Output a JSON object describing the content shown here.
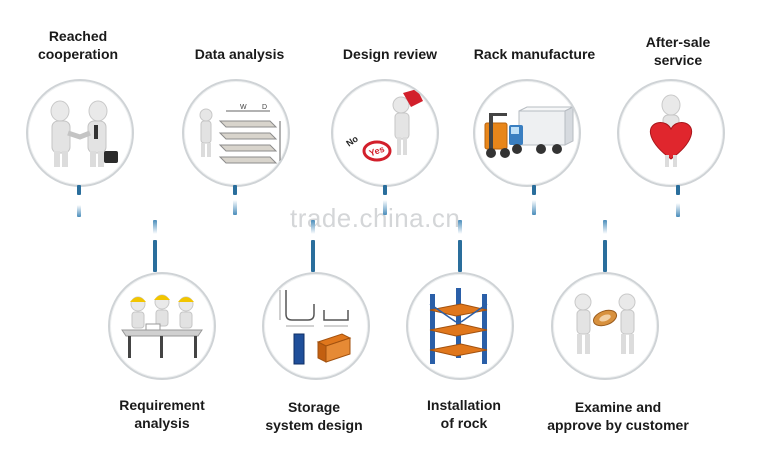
{
  "watermark": "trade.china.cn",
  "steps_top": [
    {
      "label": "Reached\ncooperation",
      "icon": "handshake-icon"
    },
    {
      "label": "Data analysis",
      "icon": "shelf-drawing-icon"
    },
    {
      "label": "Design review",
      "icon": "yes-no-review-icon"
    },
    {
      "label": "Rack manufacture",
      "icon": "forklift-truck-icon"
    },
    {
      "label": "After-sale\nservice",
      "icon": "heart-figure-icon"
    }
  ],
  "steps_bottom": [
    {
      "label": "Requirement\nanalysis",
      "icon": "meeting-table-icon"
    },
    {
      "label": "Storage\nsystem design",
      "icon": "profile-drawing-icon"
    },
    {
      "label": "Installation\nof rock",
      "icon": "pallet-rack-icon"
    },
    {
      "label": "Examine and\napprove by customer",
      "icon": "handover-figures-icon"
    }
  ],
  "colors": {
    "stem": "#2a6e9c",
    "circle_border": "#cfd3d6"
  }
}
